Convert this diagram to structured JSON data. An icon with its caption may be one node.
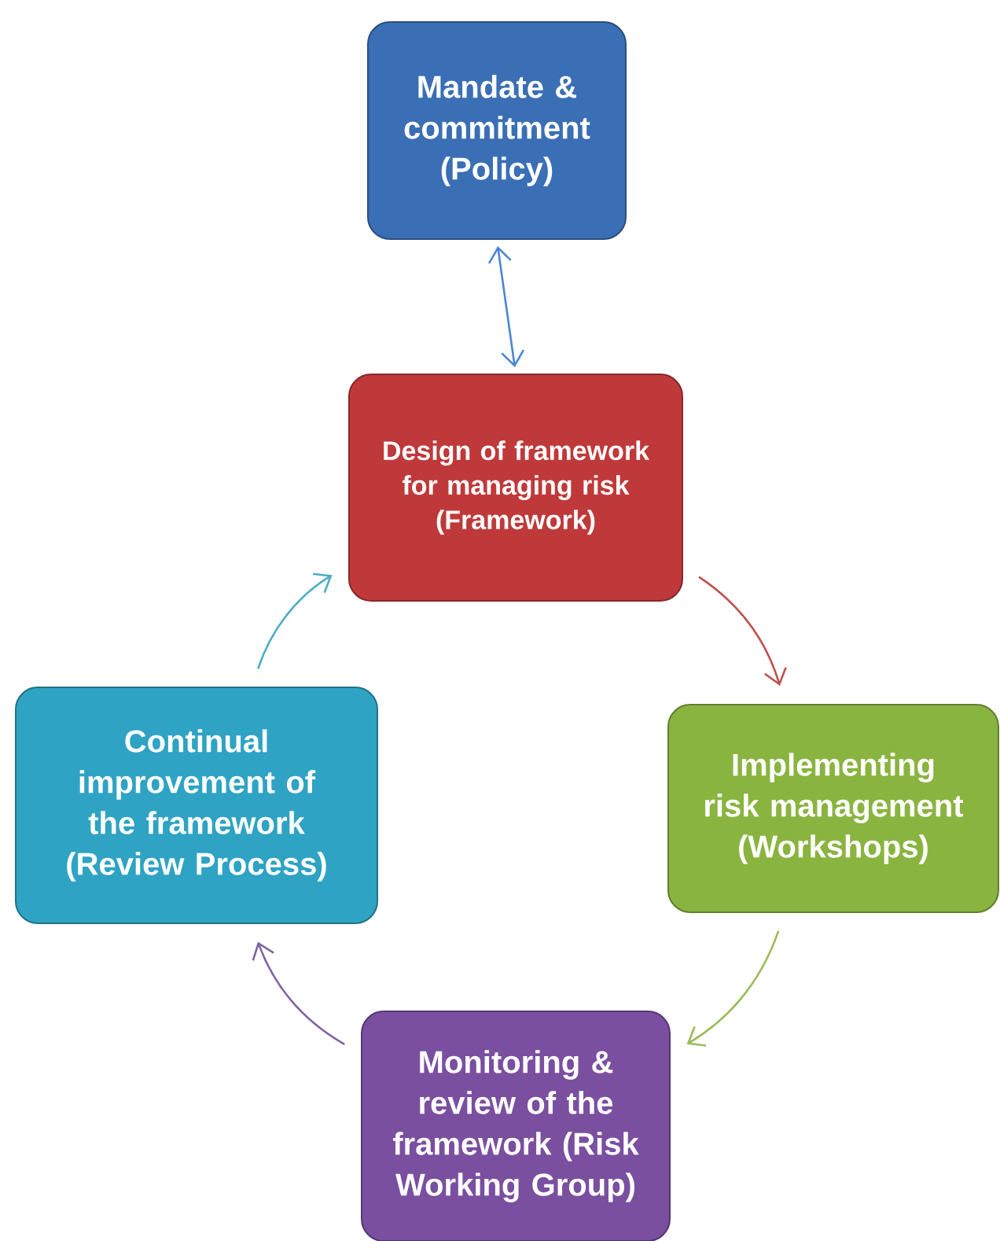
{
  "diagram": {
    "nodes": [
      {
        "text": [
          "Mandate & commitment (Policy)"
        ]
      },
      {
        "text": [
          "Design of framework for managing risk (Framework)"
        ]
      },
      {
        "text": [
          "Implementing risk management (Workshops)"
        ]
      },
      {
        "text": [
          "Monitoring & review of the framework (Risk Working Group)"
        ]
      },
      {
        "text": [
          "Continual improvement of the framework (Review Process)"
        ]
      }
    ],
    "edges": [
      {
        "from": 0,
        "to": 1,
        "arrow": "both",
        "color": "#4a86d4"
      },
      {
        "from": 1,
        "to": 2,
        "arrow": "to",
        "color": "#c0504d"
      },
      {
        "from": 2,
        "to": 3,
        "arrow": "to",
        "color": "#9bbb59"
      },
      {
        "from": 3,
        "to": 4,
        "arrow": "to",
        "color": "#8064a2"
      },
      {
        "from": 4,
        "to": 1,
        "arrow": "to",
        "color": "#4bacc6"
      }
    ]
  }
}
